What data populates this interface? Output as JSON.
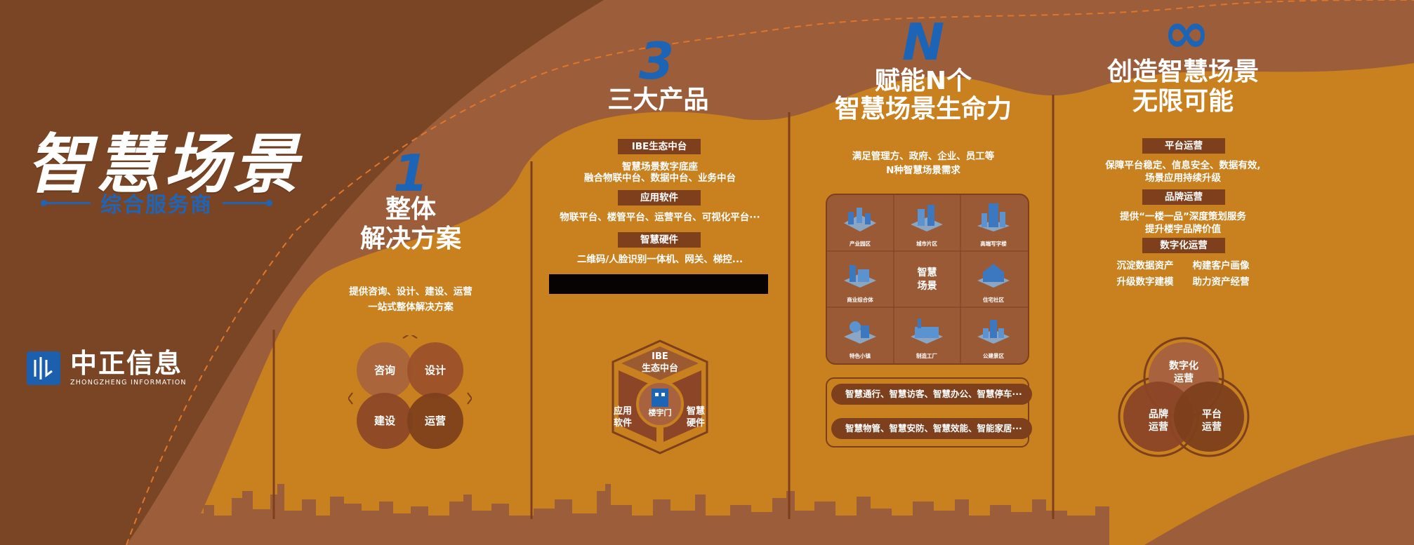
{
  "hero": {
    "title": "智慧场景",
    "subtitle": "综合服务商"
  },
  "logo": {
    "name_cn": "中正信息",
    "name_en": "ZHONGZHENG INFORMATION"
  },
  "col1": {
    "number": "1",
    "heading_line1": "整体",
    "heading_line2": "解决方案",
    "desc_line1": "提供咨询、设计、建设、运营",
    "desc_line2": "一站式整体解决方案",
    "circles": [
      "咨询",
      "设计",
      "建设",
      "运营"
    ]
  },
  "col2": {
    "number": "3",
    "heading": "三大产品",
    "sections": [
      {
        "tag": "IBE生态中台",
        "line1": "智慧场景数字底座",
        "line2": "融合物联中台、数据中台、业务中台"
      },
      {
        "tag": "应用软件",
        "line1": "物联平台、楼管平台、运营平台、可视化平台···",
        "line2": ""
      },
      {
        "tag": "智慧硬件",
        "line1": "二维码/人脸识别一体机、网关、梯控...",
        "line2": ""
      }
    ],
    "hex_top_line1": "IBE",
    "hex_top_line2": "生态中台",
    "hex_left_line1": "应用",
    "hex_left_line2": "软件",
    "hex_right_line1": "智慧",
    "hex_right_line2": "硬件",
    "hex_center": "楼宇门"
  },
  "col3": {
    "number": "N",
    "heading_line1": "赋能N个",
    "heading_line2": "智慧场景生命力",
    "desc_line1": "满足管理方、政府、企业、员工等",
    "desc_line2": "N种智慧场景需求",
    "center_line1": "智慧",
    "center_line2": "场景",
    "cells": [
      "产业园区",
      "城市片区",
      "高端写字楼",
      "商业综合体",
      "",
      "住宅社区",
      "特色小镇",
      "制造工厂",
      "公建景区"
    ],
    "pills": [
      "智慧通行、智慧访客、智慧办公、智慧停车···",
      "智慧物管、智慧安防、智慧效能、智能家居···"
    ]
  },
  "col4": {
    "number": "∞",
    "heading_line1": "创造智慧场景",
    "heading_line2": "无限可能",
    "sections": [
      {
        "tag": "平台运营",
        "line1": "保障平台稳定、信息安全、数据有效,",
        "line2": "场景应用持续升级"
      },
      {
        "tag": "品牌运营",
        "line1": "提供“一楼一品”深度策划服务",
        "line2": "提升楼宇品牌价值"
      },
      {
        "tag": "数字化运营",
        "line1": "沉淀数据资产　　构建客户画像",
        "line2": "升级数字建模　　助力资产经营"
      }
    ],
    "venn_top_line1": "数字化",
    "venn_top_line2": "运营",
    "venn_left_line1": "品牌",
    "venn_left_line2": "运营",
    "venn_right_line1": "平台",
    "venn_right_line2": "运营"
  },
  "colors": {
    "background_dark": "#7a4524",
    "panel_orange": "#c9811f",
    "accent_blue": "#1c64b6",
    "tag_brown": "#7d3f1c"
  }
}
